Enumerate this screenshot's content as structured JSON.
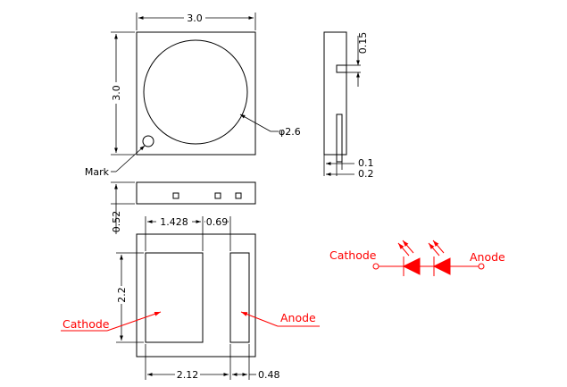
{
  "top_view": {
    "width_dim": "3.0",
    "height_dim": "3.0",
    "lens_dim": "φ2.6",
    "mark_label": "Mark"
  },
  "side_view": {
    "dim_top": "0.15",
    "dim_bottom_1": "0.1",
    "dim_bottom_2": "0.2"
  },
  "front_view": {
    "height_dim": "0.52"
  },
  "bottom_view": {
    "dim_pad_width": "1.428",
    "dim_gap": "0.69",
    "dim_pad_height": "2.2",
    "dim_total": "2.12",
    "dim_small": "0.48",
    "cathode_label": "Cathode",
    "anode_label": "Anode"
  },
  "schematic": {
    "cathode_label": "Cathode",
    "anode_label": "Anode",
    "color": "#ff0000"
  }
}
